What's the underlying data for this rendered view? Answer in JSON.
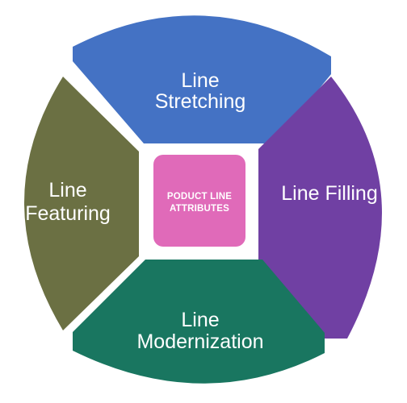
{
  "center": {
    "line1": "PODUCT LINE",
    "line2": "ATTRIBUTES",
    "color": "#E06AB9"
  },
  "segments": {
    "top": {
      "line1": "Line",
      "line2": "Stretching",
      "color": "#4472C4"
    },
    "right": {
      "line1": "Line Filling",
      "color": "#7040A3"
    },
    "bottom": {
      "line1": "Line",
      "line2": "Modernization",
      "color": "#197660"
    },
    "left": {
      "line1": "Line",
      "line2": "Featuring",
      "color": "#6B7043"
    }
  }
}
